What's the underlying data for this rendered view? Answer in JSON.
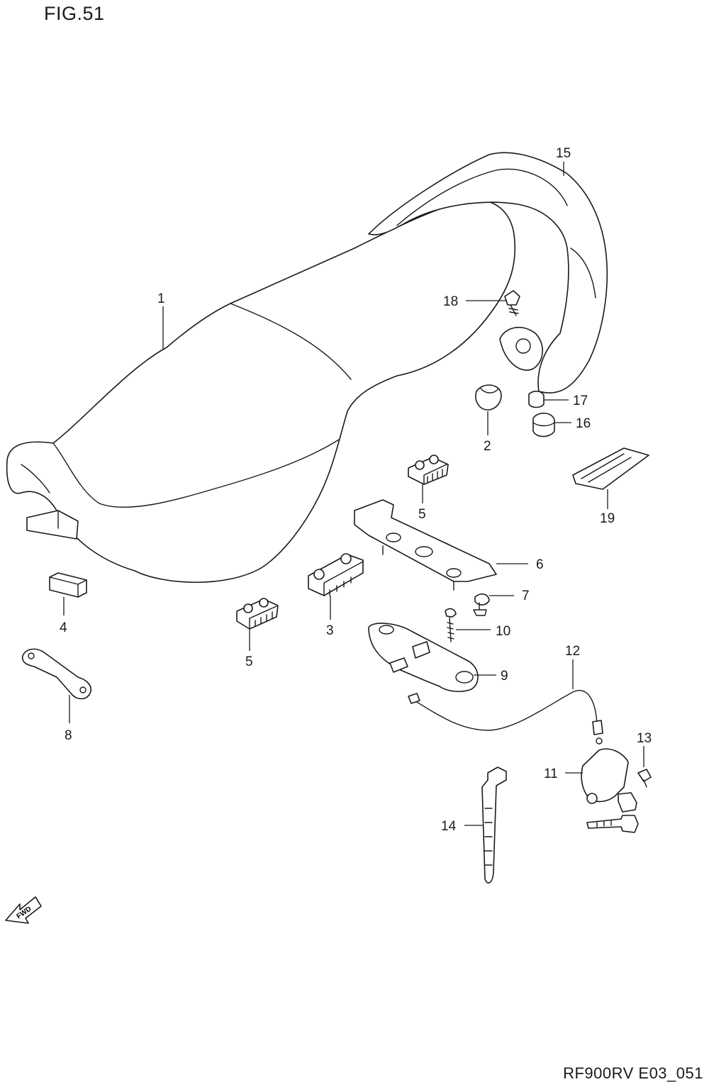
{
  "figure": {
    "title": "FIG.51",
    "drawing_code": "RF900RV E03_051"
  },
  "direction_arrow": {
    "label": "FWD",
    "icon": "fwd-arrow-icon"
  },
  "callouts": [
    {
      "id": "callout-1",
      "text": "1"
    },
    {
      "id": "callout-2",
      "text": "2"
    },
    {
      "id": "callout-3",
      "text": "3"
    },
    {
      "id": "callout-4",
      "text": "4"
    },
    {
      "id": "callout-5a",
      "text": "5"
    },
    {
      "id": "callout-5b",
      "text": "5"
    },
    {
      "id": "callout-6",
      "text": "6"
    },
    {
      "id": "callout-7",
      "text": "7"
    },
    {
      "id": "callout-8",
      "text": "8"
    },
    {
      "id": "callout-9",
      "text": "9"
    },
    {
      "id": "callout-10",
      "text": "10"
    },
    {
      "id": "callout-11",
      "text": "11"
    },
    {
      "id": "callout-12",
      "text": "12"
    },
    {
      "id": "callout-13",
      "text": "13"
    },
    {
      "id": "callout-14",
      "text": "14"
    },
    {
      "id": "callout-15",
      "text": "15"
    },
    {
      "id": "callout-16",
      "text": "16"
    },
    {
      "id": "callout-17",
      "text": "17"
    },
    {
      "id": "callout-18",
      "text": "18"
    },
    {
      "id": "callout-19",
      "text": "19"
    }
  ]
}
